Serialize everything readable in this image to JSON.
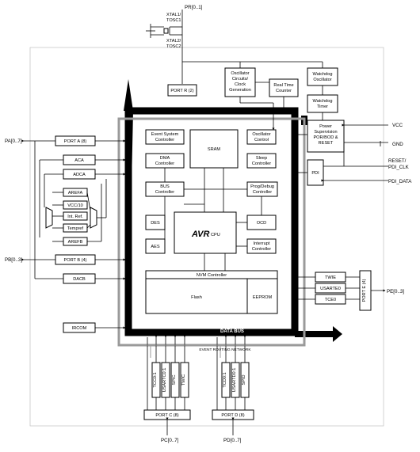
{
  "labels": {
    "pr_bus": "PR[0..1]",
    "xtal1": "XTAL1/",
    "tosc1": "TOSC1",
    "xtal2": "XTAL2/",
    "tosc2": "TOSC2",
    "osc_circ_1": "Oscillator",
    "osc_circ_2": "Circuits/",
    "osc_circ_3": "Clock",
    "osc_circ_4": "Generation",
    "rtc_1": "Real Time",
    "rtc_2": "Counter",
    "wdo_1": "Watchdog",
    "wdo_2": "Oscillator",
    "wdt_1": "Watchdog",
    "wdt_2": "Timer",
    "port_r": "PORT R (2)",
    "data_bus_top": "DATA BUS",
    "data_bus_bottom": "DATA BUS",
    "event_routing": "EVENT ROUTING NETWORK",
    "evsys_1": "Event System",
    "evsys_2": "Controller",
    "sram": "SRAM",
    "oscctl_1": "Oscillator",
    "oscctl_2": "Control",
    "pwr_1": "Power",
    "pwr_2": "Supervision",
    "pwr_3": "POR/BOD &",
    "pwr_4": "RESET",
    "vcc": "VCC",
    "gnd": "GND",
    "pa_bus": "PA[0..7]",
    "port_a": "PORT A (8)",
    "dma_1": "DMA",
    "dma_2": "Controller",
    "sleep_1": "Sleep",
    "sleep_2": "Controller",
    "reset_1": "RESET/",
    "reset_2": "PDI_CLK",
    "pdi": "PDI",
    "pdi_data": "PDI_DATA",
    "aca": "ACA",
    "adca": "ADCA",
    "bus_1": "BUS",
    "bus_2": "Controller",
    "prog_1": "Prog/Debug",
    "prog_2": "Controller",
    "arefa": "AREFA",
    "vcc10": "VCC/10",
    "intref_1": "Int. Ref.",
    "tempref": "Tempref",
    "arefb": "AREFB",
    "des": "DES",
    "aes": "AES",
    "avr": "AVR",
    "cpu": "CPU",
    "ocd": "OCD",
    "int_1": "Interrupt",
    "int_2": "Controller",
    "pb_bus": "PB[0..3]",
    "port_b": "PORT B (4)",
    "dacb": "DACB",
    "nvm": "NVM Controller",
    "flash": "Flash",
    "eeprom": "EEPROM",
    "twie": "TWIE",
    "usarte0": "USARTE0",
    "tce0": "TCE0",
    "port_e": "PORT E (4)",
    "pe_bus": "PE[0..3]",
    "irkom": "IRCOM",
    "tcc01": "TCC0:1",
    "usartc01": "USARTC0:1",
    "spic": "SPIC",
    "twic": "TWIC",
    "tcd01": "TCD0:1",
    "usartd01": "USARTD0:1",
    "spid": "SPID",
    "port_c": "PORT C (8)",
    "port_d": "PORT D (8)",
    "pc_bus": "PC[0..7]",
    "pd_bus": "PD[0..7]"
  },
  "colors": {
    "bus": "#000000",
    "event_routing": "#9a9a9a",
    "outline": "#c8c8c8"
  }
}
